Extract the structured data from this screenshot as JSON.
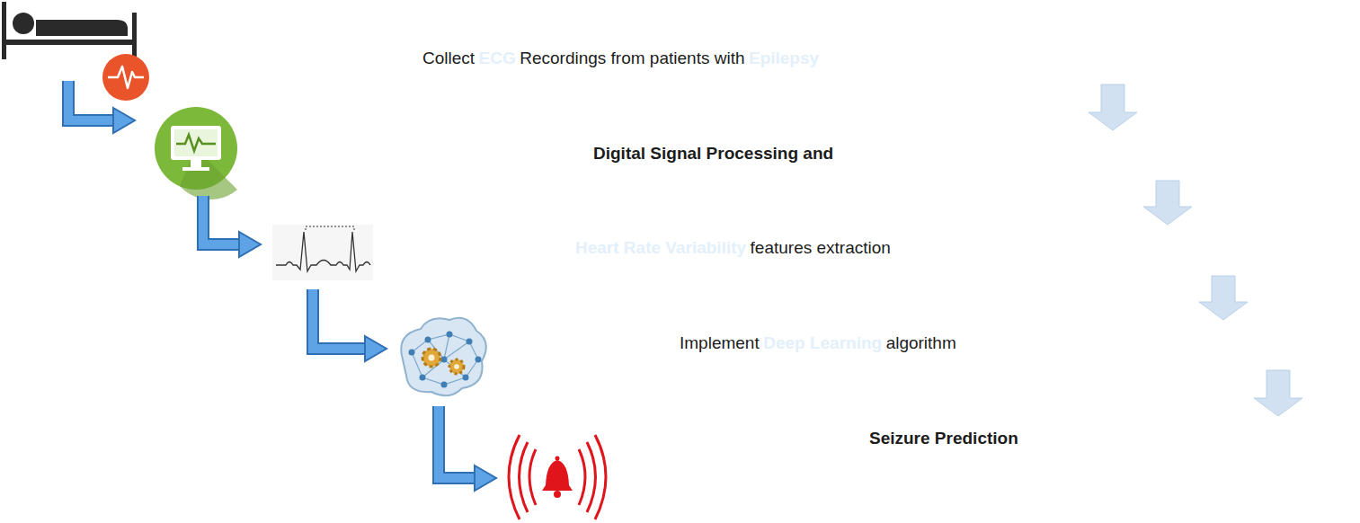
{
  "diagram": {
    "nodes": [
      {
        "text": [
          "Collect",
          "ECG",
          "Recordings from patients with",
          "Epilepsy"
        ]
      },
      {
        "text": [
          "Digital Signal Processing and"
        ]
      },
      {
        "text": [
          "Heart Rate Variability",
          "features extraction"
        ]
      },
      {
        "text": [
          "Implement",
          "Deep Learning",
          "algorithm"
        ]
      },
      {
        "text": [
          "Seizure Prediction"
        ]
      }
    ],
    "edges": [
      {
        "from": 0,
        "to": 1,
        "arrow": "to"
      },
      {
        "from": 1,
        "to": 2,
        "arrow": "to"
      },
      {
        "from": 2,
        "to": 3,
        "arrow": "to"
      },
      {
        "from": 3,
        "to": 4,
        "arrow": "to"
      }
    ]
  }
}
